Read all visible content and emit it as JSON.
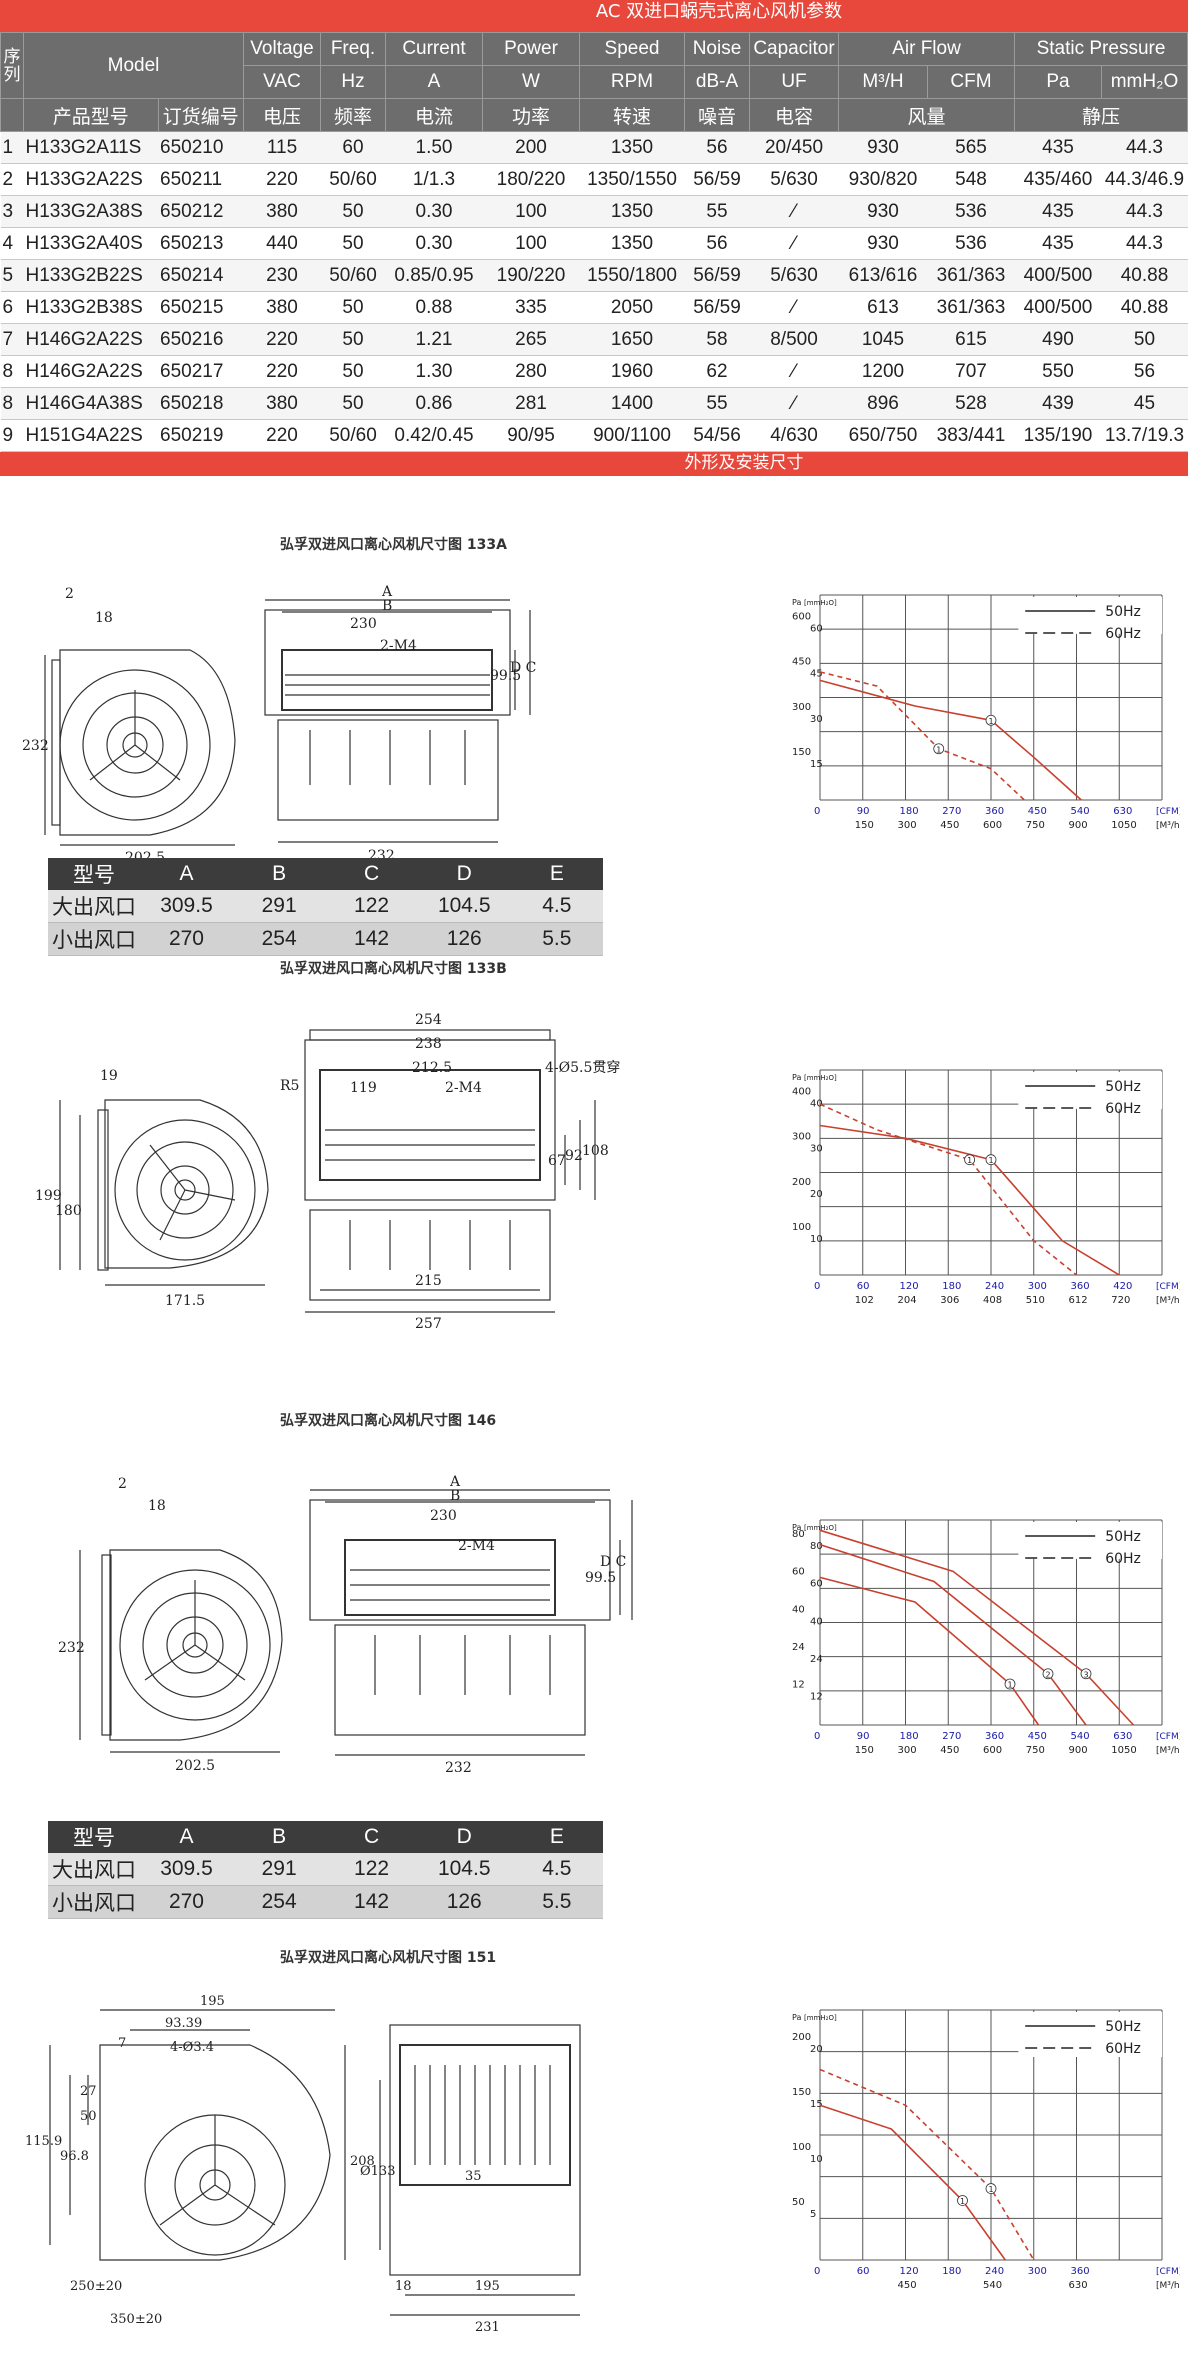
{
  "header": {
    "title": "AC 双进口蜗壳式离心风机参数"
  },
  "spec_table": {
    "group_headers": [
      "Model",
      "Voltage",
      "Freq.",
      "Current",
      "Power",
      "Speed",
      "Noise",
      "Capacitor",
      "Air Flow",
      "Static Pressure"
    ],
    "seq_label": "序列",
    "unit_headers": [
      "VAC",
      "Hz",
      "A",
      "W",
      "RPM",
      "dB-A",
      "UF",
      "M³/H",
      "CFM",
      "Pa",
      "mmH₂O"
    ],
    "cn_headers": [
      "产品型号",
      "订货编号",
      "电压",
      "频率",
      "电流",
      "功率",
      "转速",
      "噪音",
      "电容",
      "风量",
      "静压"
    ],
    "rows": [
      [
        "1",
        "H133G2A11S",
        "650210",
        "115",
        "60",
        "1.50",
        "200",
        "1350",
        "56",
        "20/450",
        "930",
        "565",
        "435",
        "44.3"
      ],
      [
        "2",
        "H133G2A22S",
        "650211",
        "220",
        "50/60",
        "1/1.3",
        "180/220",
        "1350/1550",
        "56/59",
        "5/630",
        "930/820",
        "548",
        "435/460",
        "44.3/46.9"
      ],
      [
        "3",
        "H133G2A38S",
        "650212",
        "380",
        "50",
        "0.30",
        "100",
        "1350",
        "55",
        "⁄",
        "930",
        "536",
        "435",
        "44.3"
      ],
      [
        "4",
        "H133G2A40S",
        "650213",
        "440",
        "50",
        "0.30",
        "100",
        "1350",
        "56",
        "⁄",
        "930",
        "536",
        "435",
        "44.3"
      ],
      [
        "5",
        "H133G2B22S",
        "650214",
        "230",
        "50/60",
        "0.85/0.95",
        "190/220",
        "1550/1800",
        "56/59",
        "5/630",
        "613/616",
        "361/363",
        "400/500",
        "40.88"
      ],
      [
        "6",
        "H133G2B38S",
        "650215",
        "380",
        "50",
        "0.88",
        "335",
        "2050",
        "56/59",
        "⁄",
        "613",
        "361/363",
        "400/500",
        "40.88"
      ],
      [
        "7",
        "H146G2A22S",
        "650216",
        "220",
        "50",
        "1.21",
        "265",
        "1650",
        "58",
        "8/500",
        "1045",
        "615",
        "490",
        "50"
      ],
      [
        "8",
        "H146G2A22S",
        "650217",
        "220",
        "50",
        "1.30",
        "280",
        "1960",
        "62",
        "⁄",
        "1200",
        "707",
        "550",
        "56"
      ],
      [
        "8",
        "H146G4A38S",
        "650218",
        "380",
        "50",
        "0.86",
        "281",
        "1400",
        "55",
        "⁄",
        "896",
        "528",
        "439",
        "45"
      ],
      [
        "9",
        "H151G4A22S",
        "650219",
        "220",
        "50/60",
        "0.42/0.45",
        "90/95",
        "900/1100",
        "54/56",
        "4/630",
        "650/750",
        "383/441",
        "135/190",
        "13.7/19.3"
      ]
    ]
  },
  "section_bar": {
    "title": "外形及安装尺寸"
  },
  "sections": [
    {
      "title": "弘孚双进风口离心风机尺寸图  133A",
      "dims": {
        "d1": "2",
        "d2": "18",
        "d3": "232",
        "d4": "202.5",
        "A": "A",
        "B": "B",
        "w": "230",
        "m": "2-M4",
        "h": "99.5",
        "DC": "D C",
        "bot": "232"
      },
      "dim_table": {
        "headers": [
          "型号",
          "A",
          "B",
          "C",
          "D",
          "E"
        ],
        "rows": [
          [
            "大出风口",
            "309.5",
            "291",
            "122",
            "104.5",
            "4.5"
          ],
          [
            "小出风口",
            "270",
            "254",
            "142",
            "126",
            "5.5"
          ]
        ]
      }
    },
    {
      "title": "弘孚双进风口离心风机尺寸图  133B",
      "dims": {
        "d1": "19",
        "d2": "199",
        "d3": "180",
        "d4": "171.5",
        "r": "R5",
        "w1": "254",
        "w2": "238",
        "w3": "212.5",
        "w4": "119",
        "m": "2-M4",
        "holes": "4-Ø5.5贯穿",
        "h1": "67",
        "h2": "92",
        "h3": "108",
        "b1": "215",
        "b2": "257"
      }
    },
    {
      "title": "弘孚双进风口离心风机尺寸图  146",
      "dims": {
        "d1": "2",
        "d2": "18",
        "d3": "232",
        "d4": "202.5",
        "A": "A",
        "B": "B",
        "w": "230",
        "m": "2-M4",
        "h": "99.5",
        "DC": "D C",
        "bot": "232"
      },
      "dim_table": {
        "headers": [
          "型号",
          "A",
          "B",
          "C",
          "D",
          "E"
        ],
        "rows": [
          [
            "大出风口",
            "309.5",
            "291",
            "122",
            "104.5",
            "4.5"
          ],
          [
            "小出风口",
            "270",
            "254",
            "142",
            "126",
            "5.5"
          ]
        ]
      }
    },
    {
      "title": "弘孚双进风口离心风机尺寸图  151",
      "dims": {
        "d1": "195",
        "d2": "93.39",
        "d3": "7",
        "d4": "4-Ø3.4",
        "d5": "27",
        "d6": "50",
        "d7": "115.9",
        "d8": "96.8",
        "d9": "208",
        "d10": "250±20",
        "d11": "350±20",
        "d12": "Ø133",
        "d13": "35",
        "d14": "18",
        "d15": "195",
        "d16": "231"
      }
    }
  ],
  "chart_data": [
    {
      "type": "line",
      "y_pa_ticks": [
        "150",
        "300",
        "450",
        "600"
      ],
      "y_mm_ticks": [
        "15",
        "30",
        "45",
        "60"
      ],
      "x_cfm_ticks": [
        "0",
        "90",
        "180",
        "270",
        "360",
        "450",
        "540",
        "630"
      ],
      "x_m3h_ticks": [
        "150",
        "300",
        "450",
        "600",
        "750",
        "900",
        "1050"
      ],
      "x_cfm_unit": "[CFM]",
      "x_m3h_unit": "[M³/h]",
      "y_pa_unit": "Pa",
      "y_mm_unit": "[mmH₂O]",
      "xlim": [
        0,
        720
      ],
      "ylim": [
        0,
        720
      ],
      "legend": [
        "50Hz",
        "60Hz"
      ],
      "series": [
        {
          "name": "50Hz",
          "label": "1",
          "x": [
            0,
            200,
            360,
            450,
            550
          ],
          "y": [
            420,
            330,
            280,
            150,
            0
          ]
        },
        {
          "name": "60Hz",
          "label": "1",
          "x": [
            0,
            120,
            250,
            360,
            430
          ],
          "y": [
            450,
            400,
            180,
            110,
            0
          ]
        }
      ]
    },
    {
      "type": "line",
      "y_pa_ticks": [
        "100",
        "200",
        "300",
        "400"
      ],
      "y_mm_ticks": [
        "10",
        "20",
        "30",
        "40"
      ],
      "x_cfm_ticks": [
        "0",
        "60",
        "120",
        "180",
        "240",
        "300",
        "360",
        "420"
      ],
      "x_m3h_ticks": [
        "102",
        "204",
        "306",
        "408",
        "510",
        "612",
        "720"
      ],
      "x_cfm_unit": "[CFM]",
      "x_m3h_unit": "[M³/h]",
      "y_pa_unit": "Pa",
      "y_mm_unit": "[mmH₂O]",
      "xlim": [
        0,
        480
      ],
      "ylim": [
        0,
        480
      ],
      "legend": [
        "50Hz",
        "60Hz"
      ],
      "series": [
        {
          "name": "50Hz",
          "label": "1",
          "x": [
            0,
            120,
            240,
            340,
            420
          ],
          "y": [
            350,
            320,
            270,
            80,
            0
          ]
        },
        {
          "name": "60Hz",
          "label": "1",
          "x": [
            0,
            80,
            210,
            300,
            360
          ],
          "y": [
            400,
            340,
            270,
            80,
            0
          ]
        }
      ]
    },
    {
      "type": "line",
      "y_pa_ticks": [
        "12",
        "24",
        "40",
        "60",
        "80"
      ],
      "y_mm_ticks": [
        "12",
        "24",
        "40",
        "60",
        "80"
      ],
      "x_cfm_ticks": [
        "0",
        "90",
        "180",
        "270",
        "360",
        "450",
        "540",
        "630"
      ],
      "x_m3h_ticks": [
        "150",
        "300",
        "450",
        "600",
        "750",
        "900",
        "1050"
      ],
      "x_cfm_unit": "[CFM]",
      "x_m3h_unit": "[M³/h]",
      "y_pa_unit": "Pa",
      "y_mm_unit": "[mmH₂O]",
      "xlim": [
        0,
        720
      ],
      "ylim": [
        0,
        100
      ],
      "legend": [
        "50Hz",
        "60Hz"
      ],
      "series": [
        {
          "name": "50Hz",
          "label": "1",
          "x": [
            0,
            200,
            400,
            460
          ],
          "y": [
            72,
            60,
            20,
            0
          ]
        },
        {
          "name": "50Hz",
          "label": "2",
          "x": [
            0,
            240,
            480,
            560
          ],
          "y": [
            88,
            70,
            25,
            0
          ]
        },
        {
          "name": "50Hz",
          "label": "3",
          "x": [
            0,
            280,
            560,
            660
          ],
          "y": [
            95,
            75,
            25,
            0
          ]
        }
      ]
    },
    {
      "type": "line",
      "y_pa_ticks": [
        "50",
        "100",
        "150",
        "200"
      ],
      "y_mm_ticks": [
        "5",
        "10",
        "15",
        "20"
      ],
      "x_cfm_ticks": [
        "0",
        "60",
        "120",
        "180",
        "240",
        "300",
        "360"
      ],
      "x_m3h_ticks": [
        "450",
        "540",
        "630"
      ],
      "x_cfm_unit": "[CFM]",
      "x_m3h_unit": "[M³/h]",
      "y_pa_unit": "Pa",
      "y_mm_unit": "[mmH₂O]",
      "xlim": [
        0,
        480
      ],
      "ylim": [
        0,
        210
      ],
      "legend": [
        "50Hz",
        "60Hz"
      ],
      "series": [
        {
          "name": "50Hz",
          "label": "1",
          "x": [
            0,
            100,
            200,
            260
          ],
          "y": [
            130,
            110,
            50,
            0
          ]
        },
        {
          "name": "60Hz",
          "label": "1",
          "x": [
            0,
            120,
            240,
            300
          ],
          "y": [
            160,
            130,
            60,
            0
          ]
        }
      ]
    }
  ]
}
